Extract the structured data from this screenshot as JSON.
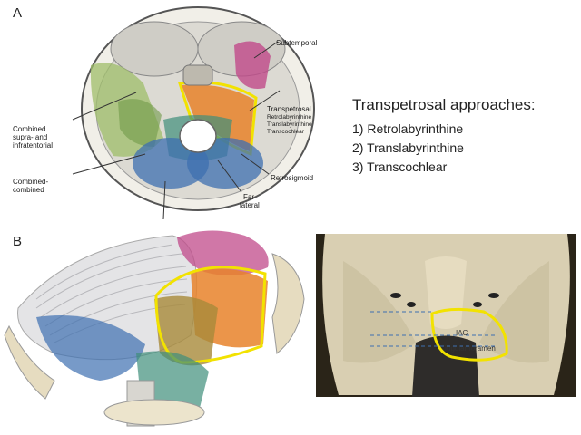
{
  "panel_a": {
    "letter": "A",
    "labels": {
      "subtemporal": "Subtemporal",
      "transpetrosal": "Transpetrosal",
      "retrolabyrinthine": "Retrolabyrinthine",
      "translabyrinthine": "Translabyrinthine",
      "transcochlear": "Transcochlear",
      "retrosigmoid": "Retrosigmoid",
      "far_lateral_1": "Far",
      "far_lateral_2": "lateral",
      "combined_1": "Combined",
      "combined_2": "supra- and",
      "combined_3": "infratentorial",
      "cc_1": "Combined-",
      "cc_2": "combined"
    }
  },
  "panel_b": {
    "letter": "B",
    "photo_labels": {
      "iac": "IAC",
      "jugular": "Jugular foramen"
    }
  },
  "text_block": {
    "title": "Transpetrosal approaches:",
    "items": [
      "1)  Retrolabyrinthine",
      "2)  Translabyrinthine",
      "3)  Transcochlear"
    ]
  },
  "colors": {
    "highlight_yellow": "#f2e200",
    "orange": "#e8822a",
    "magenta": "#c04a8a",
    "green": "#8aae5a",
    "blue": "#3d6fb0",
    "teal": "#3f8f7a",
    "bone": "#e6dcc0"
  }
}
